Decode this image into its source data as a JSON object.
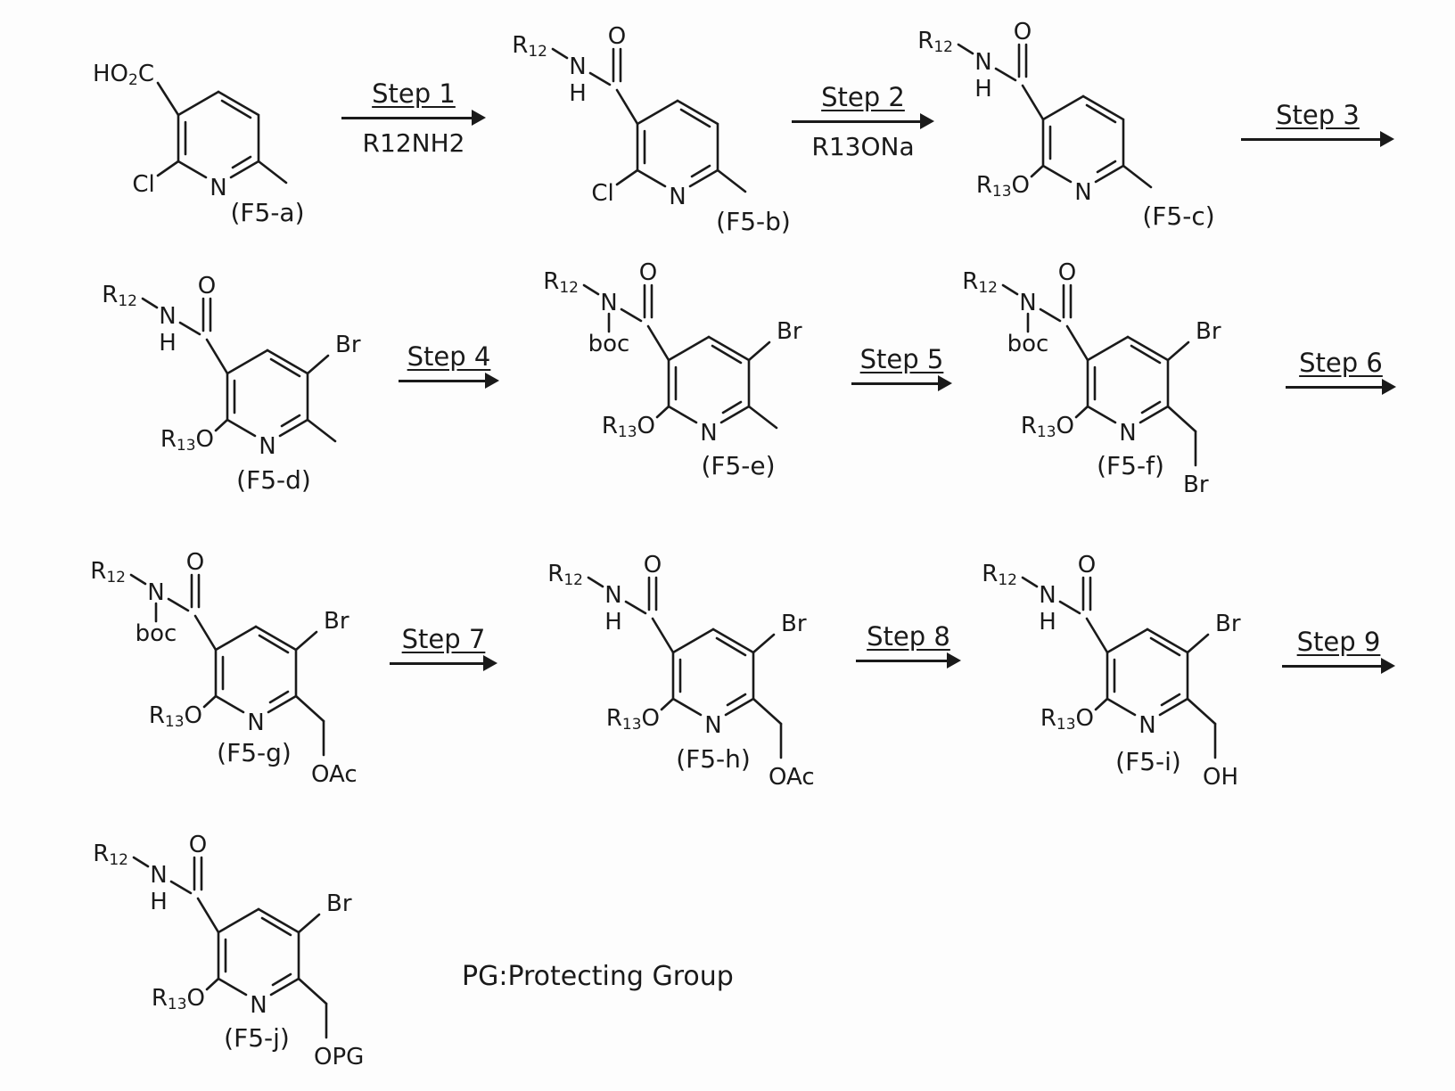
{
  "labels": {
    "N": "N",
    "H": "H",
    "O": "O",
    "Cl": "Cl",
    "Br": "Br",
    "boc": "boc",
    "R": "R",
    "sub12": "12",
    "sub13": "13",
    "HO": "HO",
    "sub2": "2",
    "C": "C"
  },
  "molecules": {
    "f5a": {
      "caption": "(F5-a)"
    },
    "f5b": {
      "caption": "(F5-b)"
    },
    "f5c": {
      "caption": "(F5-c)"
    },
    "f5d": {
      "caption": "(F5-d)"
    },
    "f5e": {
      "caption": "(F5-e)"
    },
    "f5f": {
      "caption": "(F5-f)",
      "chain_end": "Br"
    },
    "f5g": {
      "caption": "(F5-g)",
      "chain_end": "OAc"
    },
    "f5h": {
      "caption": "(F5-h)",
      "chain_end": "OAc"
    },
    "f5i": {
      "caption": "(F5-i)",
      "chain_end": "OH"
    },
    "f5j": {
      "caption": "(F5-j)",
      "chain_end": "OPG"
    }
  },
  "steps": {
    "step1": {
      "label": "Step 1",
      "reagent": "R12NH2"
    },
    "step2": {
      "label": "Step 2",
      "reagent": "R13ONa"
    },
    "step3": {
      "label": "Step 3"
    },
    "step4": {
      "label": "Step 4"
    },
    "step5": {
      "label": "Step 5"
    },
    "step6": {
      "label": "Step 6"
    },
    "step7": {
      "label": "Step 7"
    },
    "step8": {
      "label": "Step 8"
    },
    "step9": {
      "label": "Step 9"
    }
  },
  "note": "PG:Protecting Group"
}
